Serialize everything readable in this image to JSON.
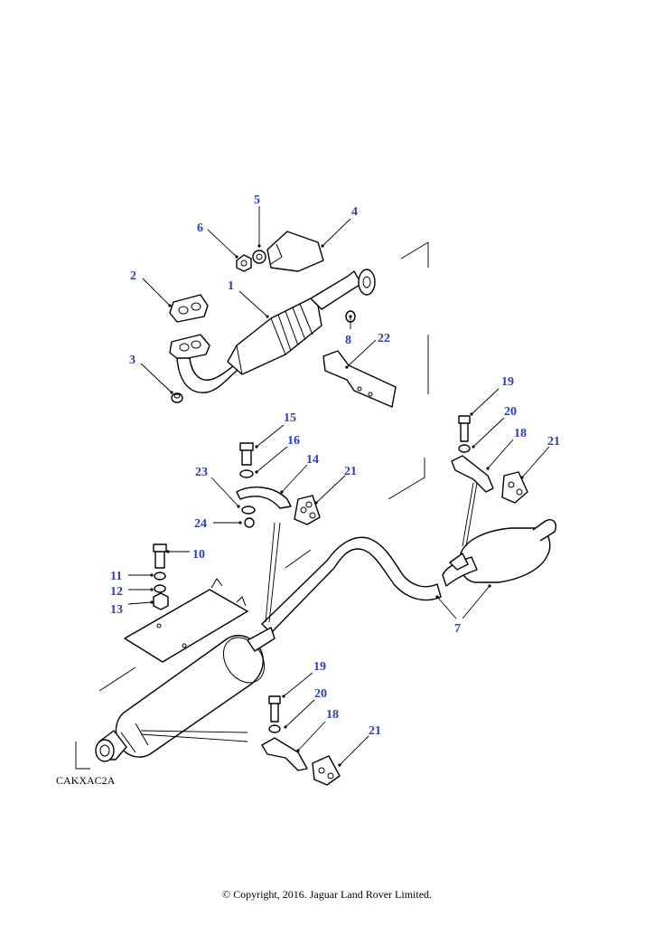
{
  "diagram": {
    "reference_code": "CAKXAC2A",
    "copyright": "© Copyright, 2016. Jaguar Land Rover Limited.",
    "callouts": [
      {
        "id": "c1",
        "label": "1"
      },
      {
        "id": "c2",
        "label": "2"
      },
      {
        "id": "c3",
        "label": "3"
      },
      {
        "id": "c4",
        "label": "4"
      },
      {
        "id": "c5",
        "label": "5"
      },
      {
        "id": "c6",
        "label": "6"
      },
      {
        "id": "c7",
        "label": "7"
      },
      {
        "id": "c8",
        "label": "8"
      },
      {
        "id": "c10",
        "label": "10"
      },
      {
        "id": "c11",
        "label": "11"
      },
      {
        "id": "c12",
        "label": "12"
      },
      {
        "id": "c13",
        "label": "13"
      },
      {
        "id": "c14",
        "label": "14"
      },
      {
        "id": "c15",
        "label": "15"
      },
      {
        "id": "c16",
        "label": "16"
      },
      {
        "id": "c18a",
        "label": "18"
      },
      {
        "id": "c18b",
        "label": "18"
      },
      {
        "id": "c19a",
        "label": "19"
      },
      {
        "id": "c19b",
        "label": "19"
      },
      {
        "id": "c20a",
        "label": "20"
      },
      {
        "id": "c20b",
        "label": "20"
      },
      {
        "id": "c21a",
        "label": "21"
      },
      {
        "id": "c21b",
        "label": "21"
      },
      {
        "id": "c21c",
        "label": "21"
      },
      {
        "id": "c22",
        "label": "22"
      },
      {
        "id": "c23",
        "label": "23"
      },
      {
        "id": "c24",
        "label": "24"
      }
    ],
    "colors": {
      "callout_text": "#2b3dbf",
      "line_art": "#000000",
      "background": "#ffffff"
    }
  }
}
